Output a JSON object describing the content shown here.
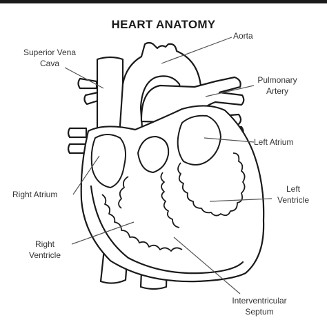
{
  "title": "HEART ANATOMY",
  "labels": {
    "aorta": "Aorta",
    "superior_vena_cava": [
      "Superior Vena",
      "Cava"
    ],
    "pulmonary_artery": [
      "Pulmonary",
      "Artery"
    ],
    "left_atrium": "Left Atrium",
    "right_atrium": "Right Atrium",
    "left_ventricle": [
      "Left",
      "Ventricle"
    ],
    "right_ventricle": [
      "Right",
      "Ventricle"
    ],
    "interventricular_septum": [
      "Interventricular",
      "Septum"
    ]
  },
  "colors": {
    "line": "#1a1a1a",
    "leader": "#555555",
    "fill": "#ffffff"
  }
}
